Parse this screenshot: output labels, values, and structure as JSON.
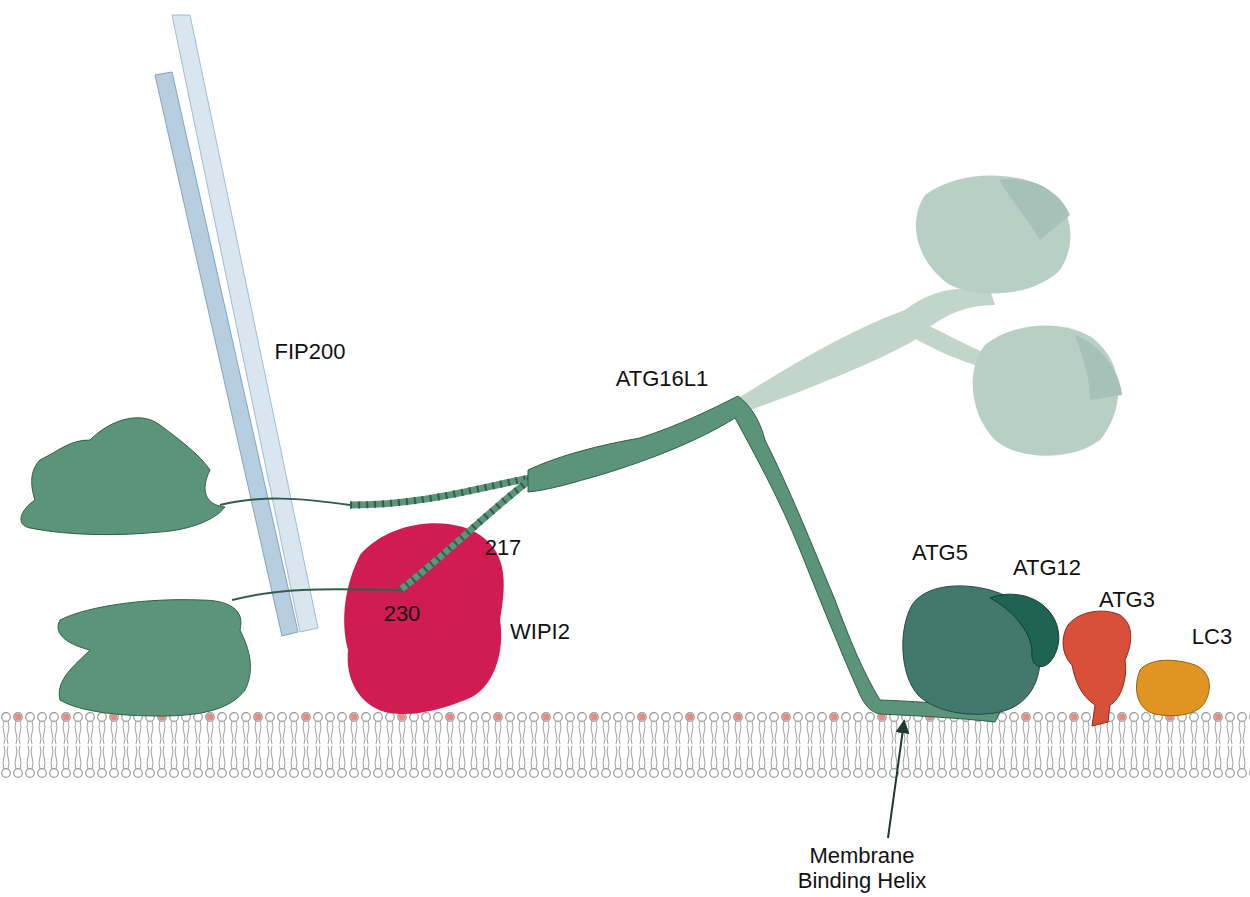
{
  "diagram": {
    "labels": [
      "FIP200",
      "ATG16L1",
      "217",
      "230",
      "WIPI2",
      "ATG5",
      "ATG12",
      "ATG3",
      "LC3",
      "Membrane Binding Helix"
    ]
  }
}
